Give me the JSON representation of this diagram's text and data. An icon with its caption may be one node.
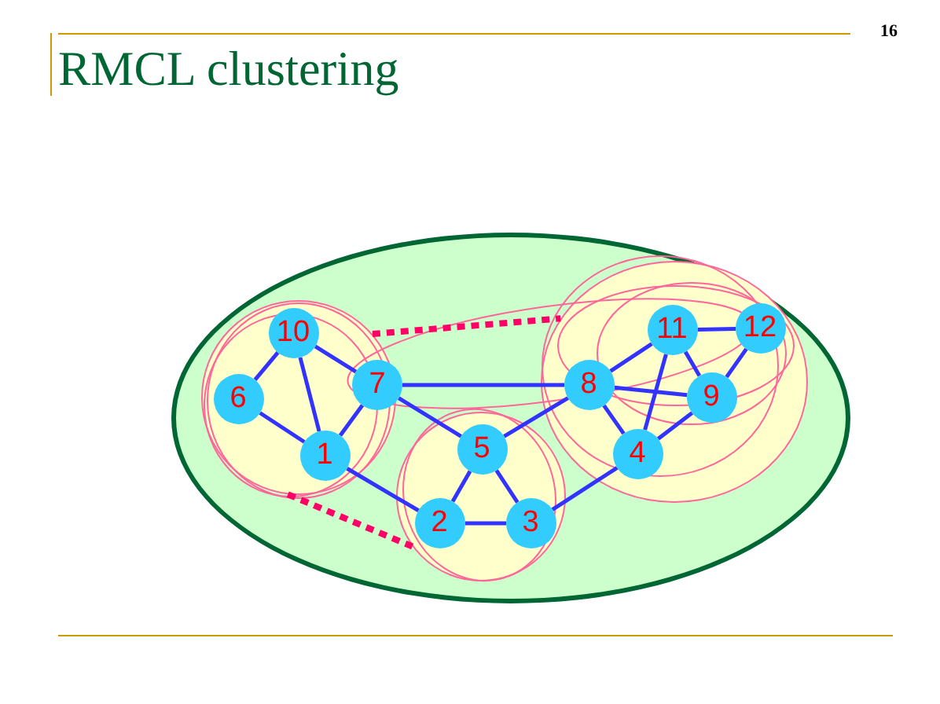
{
  "diagram": {
    "title": "RMCL clustering",
    "nodes": [
      {
        "text": [],
        "shape": "ellipse"
      },
      {
        "text": [],
        "shape": "circle",
        "in": 0
      },
      {
        "text": [
          "10"
        ],
        "in": 1
      },
      {
        "text": [
          "6"
        ],
        "in": 1
      },
      {
        "text": [
          "1"
        ],
        "in": 1
      },
      {
        "text": [
          "7"
        ],
        "in": 0
      },
      {
        "text": [],
        "shape": "ellipse",
        "in": 0
      },
      {
        "text": [
          "11"
        ],
        "in": 6
      },
      {
        "text": [
          "12"
        ],
        "in": 6
      },
      {
        "text": [
          "8"
        ],
        "in": 6
      },
      {
        "text": [
          "9"
        ],
        "in": 6
      },
      {
        "text": [
          "4"
        ],
        "in": 6
      },
      {
        "text": [],
        "shape": "circle",
        "in": 0
      },
      {
        "text": [
          "5"
        ],
        "in": 12
      },
      {
        "text": [
          "2"
        ],
        "in": 12
      },
      {
        "text": [
          "3"
        ],
        "in": 12
      }
    ],
    "edges": [
      {
        "from": 2,
        "to": 3,
        "arrow": "none"
      },
      {
        "from": 2,
        "to": 4,
        "arrow": "none"
      },
      {
        "from": 2,
        "to": 5,
        "arrow": "none"
      },
      {
        "from": 3,
        "to": 4,
        "arrow": "none"
      },
      {
        "from": 4,
        "to": 5,
        "arrow": "none"
      },
      {
        "from": 4,
        "to": 14,
        "arrow": "none"
      },
      {
        "from": 5,
        "to": 9,
        "arrow": "none"
      },
      {
        "from": 5,
        "to": 13,
        "arrow": "none"
      },
      {
        "from": 13,
        "to": 14,
        "arrow": "none"
      },
      {
        "from": 13,
        "to": 15,
        "arrow": "none"
      },
      {
        "from": 14,
        "to": 15,
        "arrow": "none"
      },
      {
        "from": 13,
        "to": 9,
        "arrow": "none"
      },
      {
        "from": 9,
        "to": 7,
        "arrow": "none"
      },
      {
        "from": 9,
        "to": 10,
        "arrow": "none"
      },
      {
        "from": 9,
        "to": 11,
        "arrow": "none"
      },
      {
        "from": 7,
        "to": 8,
        "arrow": "none"
      },
      {
        "from": 7,
        "to": 10,
        "arrow": "none"
      },
      {
        "from": 7,
        "to": 11,
        "arrow": "none"
      },
      {
        "from": 8,
        "to": 10,
        "arrow": "none"
      },
      {
        "from": 10,
        "to": 11,
        "arrow": "none"
      },
      {
        "from": 11,
        "to": 15,
        "arrow": "none"
      },
      {
        "from": 1,
        "to": 6,
        "arrow": "none",
        "style": "dashed",
        "color": "#ff0066"
      },
      {
        "from": 1,
        "to": 12,
        "arrow": "none",
        "style": "dashed",
        "color": "#ff0066"
      }
    ],
    "labels": [
      "16"
    ]
  }
}
